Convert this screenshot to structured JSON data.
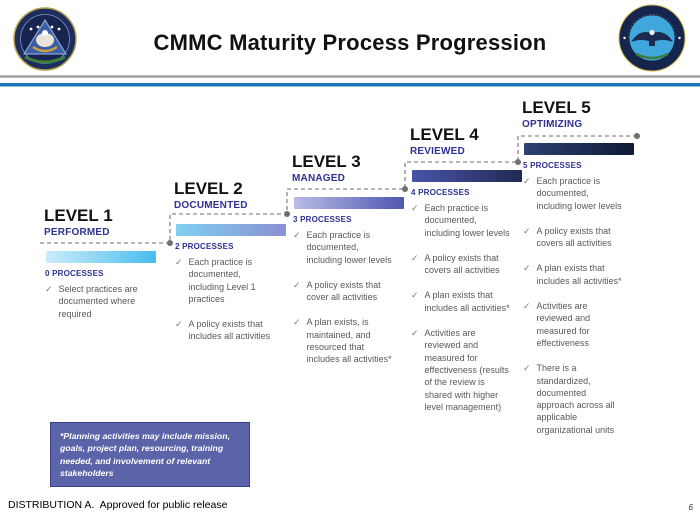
{
  "header": {
    "title": "CMMC Maturity Process Progression",
    "left_seal_label": "OFFICE OF THE UNDER SECRETARY OF DEFENSE ACQUISITION AND SUSTAINMENT",
    "right_seal_label": "DEPARTMENT OF DEFENSE UNITED STATES OF AMERICA"
  },
  "check_glyph": "✓",
  "colors": {
    "indigo": "#2f3191",
    "body_gray": "#595959",
    "divider_blue": "#1e74b8",
    "footnote_bg": "#5b63a9"
  },
  "levels": [
    {
      "name": "LEVEL 1",
      "subtitle": "PERFORMED",
      "processes": "0 PROCESSES",
      "bar": [
        "#cdecfa",
        "#47bdee"
      ],
      "items": [
        "Select practices are\ndocumented where\nrequired"
      ]
    },
    {
      "name": "LEVEL 2",
      "subtitle": "DOCUMENTED",
      "processes": "2 PROCESSES",
      "bar": [
        "#7fd0f1",
        "#8b90d2"
      ],
      "items": [
        "Each practice is\ndocumented,\nincluding Level 1\npractices",
        "A policy exists that\nincludes all activities"
      ]
    },
    {
      "name": "LEVEL 3",
      "subtitle": "MANAGED",
      "processes": "3 PROCESSES",
      "bar": [
        "#b9bce5",
        "#4f57b0"
      ],
      "items": [
        "Each practice is\ndocumented,\nincluding lower levels",
        "A policy exists that\ncover all activities",
        "A plan exists, is\nmaintained, and\nresourced that\nincludes all activities*"
      ]
    },
    {
      "name": "LEVEL 4",
      "subtitle": "REVIEWED",
      "processes": "4 PROCESSES",
      "bar": [
        "#4a54aa",
        "#1e2a52"
      ],
      "items": [
        "Each practice is\ndocumented,\nincluding lower levels",
        "A policy exists that\ncovers all activities",
        "A plan exists that\nincludes all activities*",
        "Activities are\nreviewed and\nmeasured for\neffectiveness (results\nof the review is\nshared with higher\nlevel management)"
      ]
    },
    {
      "name": "LEVEL 5",
      "subtitle": "OPTIMIZING",
      "processes": "5 PROCESSES",
      "bar": [
        "#2d4272",
        "#0d1a36"
      ],
      "items": [
        "Each practice is\ndocumented,\nincluding lower levels",
        "A policy exists that\ncovers all activities",
        "A plan exists that\nincludes all activities*",
        "Activities are\nreviewed and\nmeasured for\neffectiveness",
        "There is a\nstandardized,\ndocumented\napproach across all\napplicable\norganizational units"
      ]
    }
  ],
  "footnote": "*Planning activities may include mission,\ngoals, project plan, resourcing, training\nneeded, and involvement of relevant\nstakeholders",
  "footer": {
    "distribution": "DISTRIBUTION A.  Approved for public release",
    "page": "6"
  }
}
